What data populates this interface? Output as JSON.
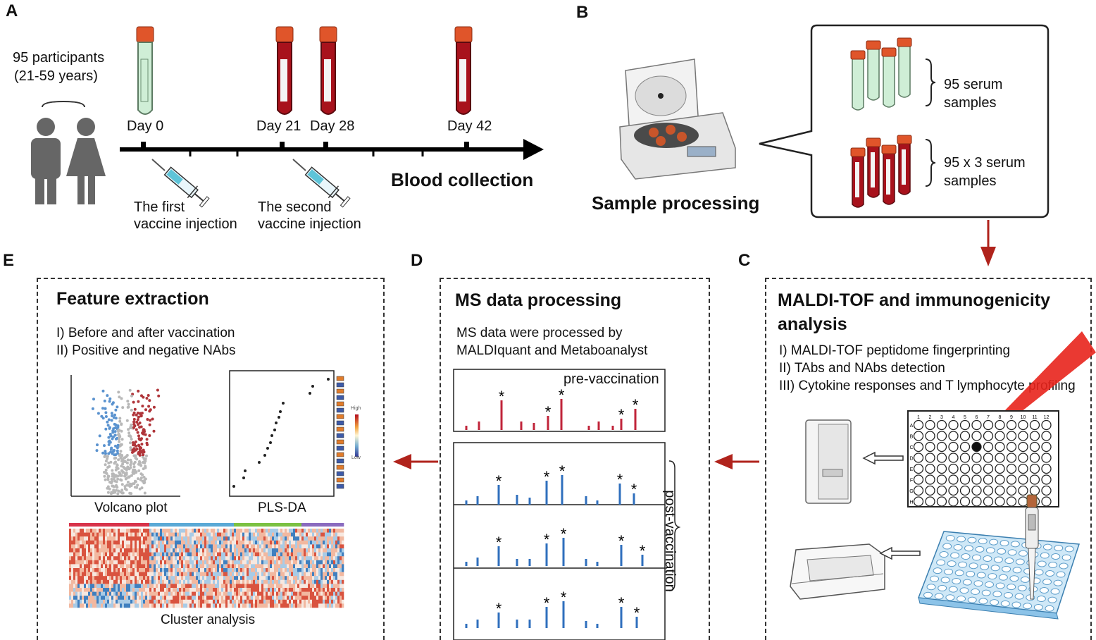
{
  "panels": {
    "A": {
      "letter": "A",
      "participants_line1": "95 participants",
      "participants_line2": "(21-59 years)",
      "days": [
        "Day 0",
        "Day 21",
        "Day 28",
        "Day 42"
      ],
      "timeline_label": "Blood collection",
      "injection1_line1": "The first",
      "injection1_line2": "vaccine injection",
      "injection2_line1": "The second",
      "injection2_line2": "vaccine injection"
    },
    "B": {
      "letter": "B",
      "caption": "Sample processing",
      "group1_line1": "95 serum",
      "group1_line2": "samples",
      "group2_line1": "95 x 3 serum",
      "group2_line2": "samples"
    },
    "C": {
      "letter": "C",
      "title_line1": "MALDI-TOF and immunogenicity",
      "title_line2": "analysis",
      "items": [
        "I) MALDI-TOF peptidome fingerprinting",
        "II) TAbs and NAbs detection",
        "III) Cytokine responses and T lymphocyte profiling"
      ],
      "plate_cols": [
        "1",
        "2",
        "3",
        "4",
        "5",
        "6",
        "7",
        "8",
        "9",
        "10",
        "11",
        "12"
      ],
      "plate_rows": [
        "A",
        "B",
        "C",
        "D",
        "E",
        "F",
        "G",
        "H"
      ]
    },
    "D": {
      "letter": "D",
      "title": "MS data processing",
      "desc_line1": "MS data were processed by",
      "desc_line2": "MALDIquant and Metaboanalyst",
      "pre_label": "pre-vaccination",
      "post_label": "post-vaccination",
      "star": "*"
    },
    "E": {
      "letter": "E",
      "title": "Feature extraction",
      "items": [
        "I) Before and after vaccination",
        "II) Positive and negative NAbs"
      ],
      "volcano_label": "Volcano plot",
      "plsda_label": "PLS-DA",
      "cluster_label": "Cluster analysis",
      "scale_high": "High",
      "scale_low": "Low"
    }
  },
  "colors": {
    "arrow_red": "#b0231c",
    "blood": "#a8121c",
    "cap": "#e0552a",
    "serum": "#cfeed6",
    "bar_red": "#c0243a",
    "bar_blue": "#2f6fbd",
    "volcano_blue": "#5b93cf",
    "volcano_red": "#b0353a",
    "volcano_grey": "#b8b8b8"
  },
  "icons": [
    "person-male-icon",
    "person-female-icon",
    "syringe-icon",
    "centrifuge-icon",
    "ms-instrument-icon",
    "plate-reader-icon",
    "pipette-icon",
    "laser-beam-icon"
  ]
}
